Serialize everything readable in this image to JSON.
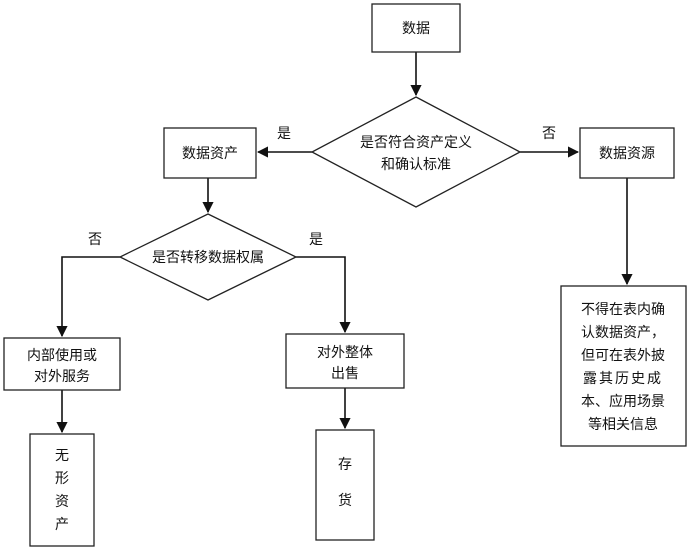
{
  "nodes": {
    "data": "数据",
    "decision_asset": {
      "line1": "是否符合资产定义",
      "line2": "和确认标准"
    },
    "data_asset": "数据资产",
    "data_resource": "数据资源",
    "decision_transfer": "是否转移数据权属",
    "internal_use": {
      "line1": "内部使用或",
      "line2": "对外服务"
    },
    "external_sale": {
      "line1": "对外整体",
      "line2": "出售"
    },
    "intangible": [
      "无",
      "形",
      "资",
      "产"
    ],
    "inventory": [
      "存",
      "货"
    ],
    "disclosure": [
      "不得在表内确",
      "认数据资产，",
      "但可在表外披",
      "露其历史成",
      "本、应用场景",
      "等相关信息"
    ]
  },
  "edge_labels": {
    "asset_yes": "是",
    "asset_no": "否",
    "transfer_no": "否",
    "transfer_yes": "是"
  },
  "colors": {
    "stroke": "#222222",
    "text": "#111111",
    "background": "#ffffff"
  }
}
